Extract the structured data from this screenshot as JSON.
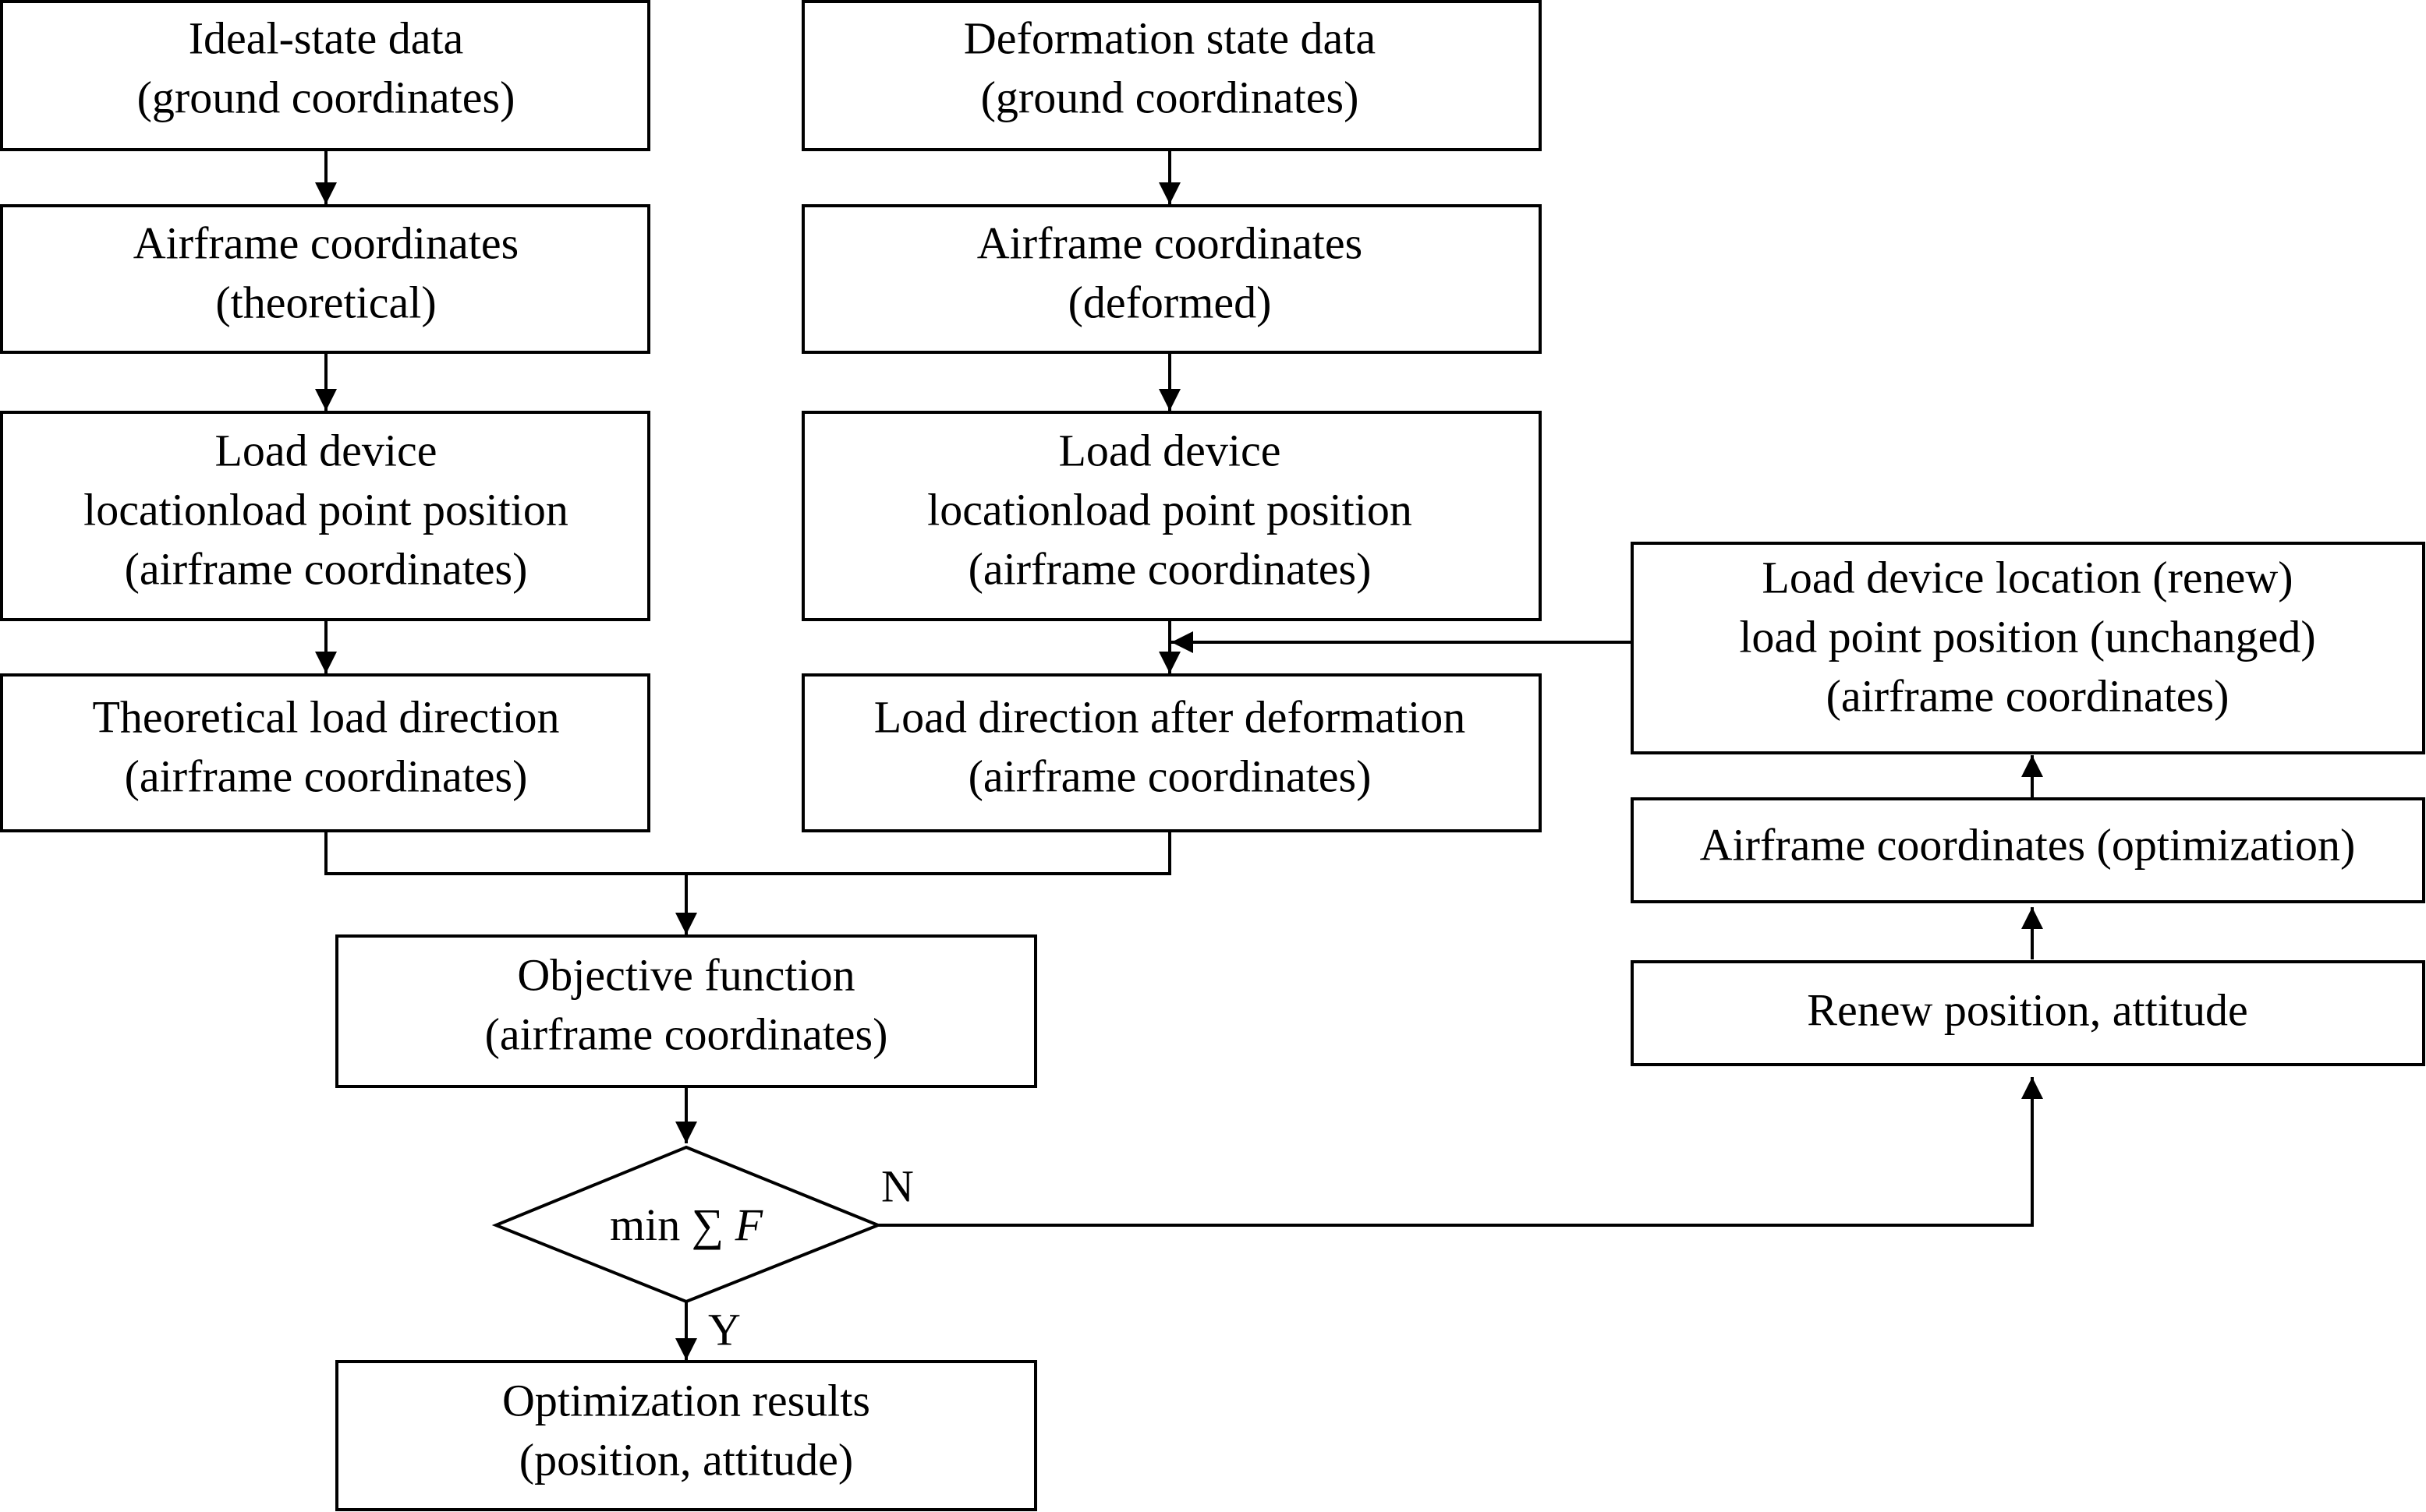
{
  "nodes": {
    "ideal": [
      "Ideal-state data",
      "(ground coordinates)"
    ],
    "deform": [
      "Deformation state data",
      "(ground coordinates)"
    ],
    "airframe_theoretical": [
      "Airframe coordinates",
      "(theoretical)"
    ],
    "airframe_deformed": [
      "Airframe coordinates",
      "(deformed)"
    ],
    "load_left": [
      "Load device",
      "locationload point position",
      "(airframe coordinates)"
    ],
    "load_mid": [
      "Load device",
      "locationload point position",
      "(airframe coordinates)"
    ],
    "theo_dir": [
      "Theoretical load direction",
      "(airframe coordinates)"
    ],
    "dir_after": [
      "Load direction after deformation",
      "(airframe coordinates)"
    ],
    "objective": [
      "Objective function",
      "(airframe coordinates)"
    ],
    "decision": {
      "prefix": "min",
      "sigma": "∑",
      "var": "F"
    },
    "results": [
      "Optimization results",
      "(position, attitude)"
    ],
    "renew_loc": [
      "Load device location (renew)",
      "load point position (unchanged)",
      "(airframe coordinates)"
    ],
    "airframe_opt": [
      "Airframe coordinates (optimization)"
    ],
    "renew_pos": [
      "Renew position, attitude"
    ]
  },
  "edge_labels": {
    "no": "N",
    "yes": "Y"
  }
}
